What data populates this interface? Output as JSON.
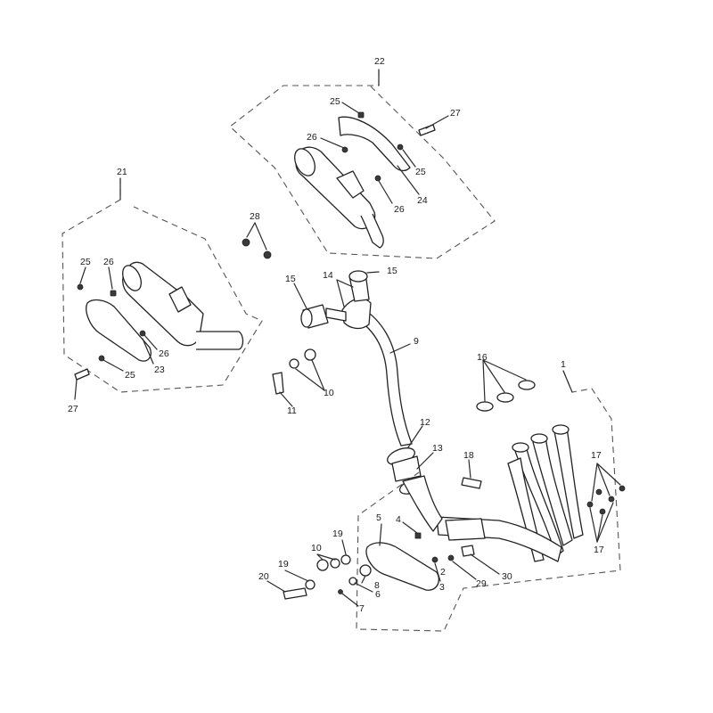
{
  "callouts": [
    {
      "id": "22",
      "text": "22"
    },
    {
      "id": "25a",
      "text": "25"
    },
    {
      "id": "27a",
      "text": "27"
    },
    {
      "id": "26a",
      "text": "26"
    },
    {
      "id": "25b",
      "text": "25"
    },
    {
      "id": "24",
      "text": "24"
    },
    {
      "id": "26b",
      "text": "26"
    },
    {
      "id": "21",
      "text": "21"
    },
    {
      "id": "28",
      "text": "28"
    },
    {
      "id": "25c",
      "text": "25"
    },
    {
      "id": "26c",
      "text": "26"
    },
    {
      "id": "26d",
      "text": "26"
    },
    {
      "id": "25d",
      "text": "25"
    },
    {
      "id": "23",
      "text": "23"
    },
    {
      "id": "27b",
      "text": "27"
    },
    {
      "id": "14",
      "text": "14"
    },
    {
      "id": "15a",
      "text": "15"
    },
    {
      "id": "15b",
      "text": "15"
    },
    {
      "id": "9",
      "text": "9"
    },
    {
      "id": "10a",
      "text": "10"
    },
    {
      "id": "11",
      "text": "11"
    },
    {
      "id": "16",
      "text": "16"
    },
    {
      "id": "1",
      "text": "1"
    },
    {
      "id": "12",
      "text": "12"
    },
    {
      "id": "13",
      "text": "13"
    },
    {
      "id": "18",
      "text": "18"
    },
    {
      "id": "17a",
      "text": "17"
    },
    {
      "id": "17b",
      "text": "17"
    },
    {
      "id": "5",
      "text": "5"
    },
    {
      "id": "4",
      "text": "4"
    },
    {
      "id": "19a",
      "text": "19"
    },
    {
      "id": "10b",
      "text": "10"
    },
    {
      "id": "19b",
      "text": "19"
    },
    {
      "id": "20",
      "text": "20"
    },
    {
      "id": "8",
      "text": "8"
    },
    {
      "id": "6",
      "text": "6"
    },
    {
      "id": "7",
      "text": "7"
    },
    {
      "id": "3",
      "text": "3"
    },
    {
      "id": "29",
      "text": "29"
    },
    {
      "id": "30",
      "text": "30"
    },
    {
      "id": "2",
      "text": "2"
    }
  ]
}
